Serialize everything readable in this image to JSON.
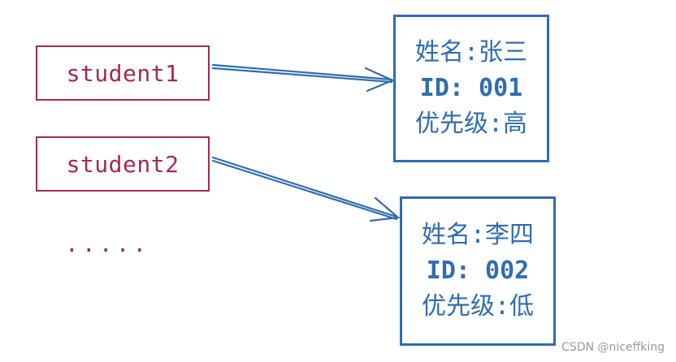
{
  "references": [
    {
      "label": "student1"
    },
    {
      "label": "student2"
    }
  ],
  "objects": [
    {
      "name_line": "姓名:张三",
      "id_line": "ID: 001",
      "priority_line": "优先级:高"
    },
    {
      "name_line": "姓名:李四",
      "id_line": "ID: 002",
      "priority_line": "优先级:低"
    }
  ],
  "ellipsis": ".....",
  "watermark": "CSDN @niceffking",
  "colors": {
    "reference": "#a32a4e",
    "object": "#2f6db0"
  }
}
